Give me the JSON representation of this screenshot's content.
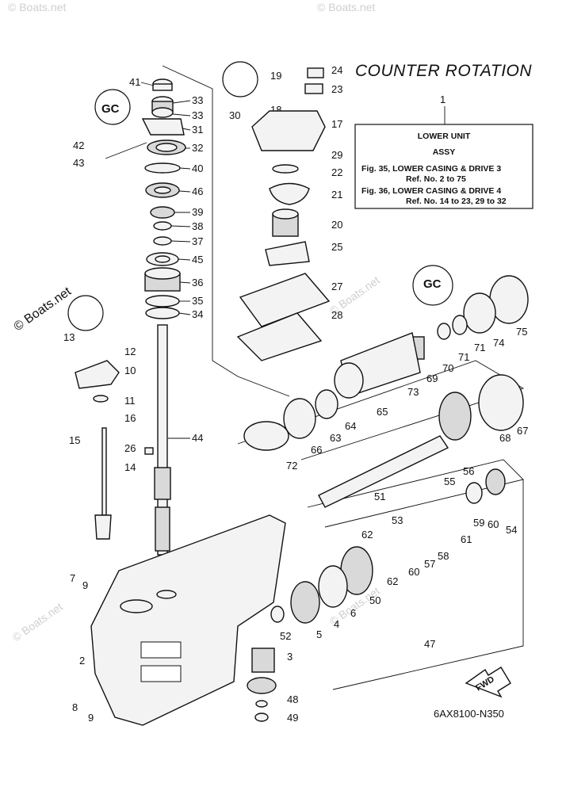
{
  "title": "COUNTER ROTATION",
  "info_box": {
    "callout": "1",
    "line1": "LOWER UNIT",
    "line2": "ASSY",
    "line3": "Fig. 35, LOWER CASING & DRIVE 3",
    "line4": "Ref. No. 2 to 75",
    "line5": "Fig. 36, LOWER CASING & DRIVE 4",
    "line6": "Ref. No. 14 to 23, 29 to 32"
  },
  "watermarks": [
    "© Boats.net",
    "© Boats.net",
    "© Boats.net",
    "© Boats.net",
    "© Boats.net",
    "© Boats.net"
  ],
  "fwd_label": "FWD",
  "diagram_code": "6AX8100-N350",
  "callouts": [
    "41",
    "33",
    "33",
    "31",
    "32",
    "40",
    "42",
    "43",
    "46",
    "39",
    "38",
    "37",
    "45",
    "36",
    "35",
    "34",
    "13",
    "12",
    "10",
    "11",
    "16",
    "15",
    "14",
    "26",
    "44",
    "7",
    "9",
    "2",
    "8",
    "9",
    "19",
    "24",
    "23",
    "18",
    "30",
    "17",
    "29",
    "22",
    "21",
    "20",
    "25",
    "27",
    "28",
    "73",
    "65",
    "69",
    "70",
    "71",
    "71",
    "74",
    "75",
    "64",
    "63",
    "66",
    "72",
    "68",
    "67",
    "51",
    "56",
    "55",
    "54",
    "53",
    "62",
    "62",
    "60",
    "57",
    "58",
    "61",
    "59",
    "60",
    "50",
    "6",
    "4",
    "5",
    "52",
    "3",
    "48",
    "49",
    "47"
  ]
}
